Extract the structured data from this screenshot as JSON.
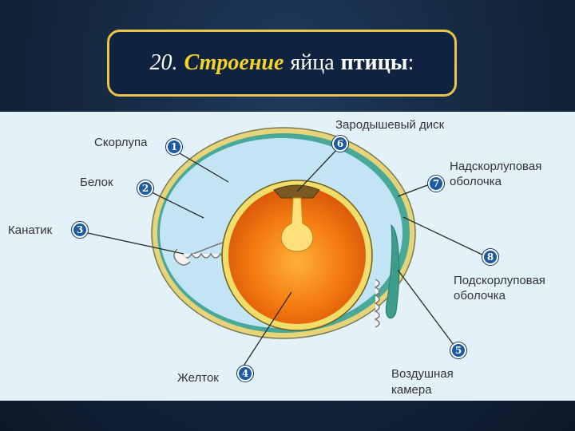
{
  "title": {
    "number": "20.",
    "highlight": "Строение",
    "word2": "яйца",
    "word3": "птицы",
    "colon": ":"
  },
  "labels": {
    "shell": "Скорлупа",
    "albumen": "Белок",
    "chalaza": "Канатик",
    "germinal_disc": "Зародышевый диск",
    "outer_membrane_line1": "Надскорлуповая",
    "outer_membrane_line2": "оболочка",
    "inner_membrane_line1": "Подскорлуповая",
    "inner_membrane_line2": "оболочка",
    "yolk": "Желток",
    "air_cell_line1": "Воздушная",
    "air_cell_line2": "камера"
  },
  "badges": {
    "b1": "1",
    "b2": "2",
    "b3": "3",
    "b4": "4",
    "b5": "5",
    "b6": "6",
    "b7": "7",
    "b8": "8"
  },
  "colors": {
    "title_accent": "#f5d327",
    "title_border": "#e8c44a",
    "badge_fill": "#1c5aa3",
    "shell": "#e3d070",
    "membrane": "#3b9a8a",
    "albumen": "#bfe3f3",
    "yolk": "#f37a12"
  }
}
